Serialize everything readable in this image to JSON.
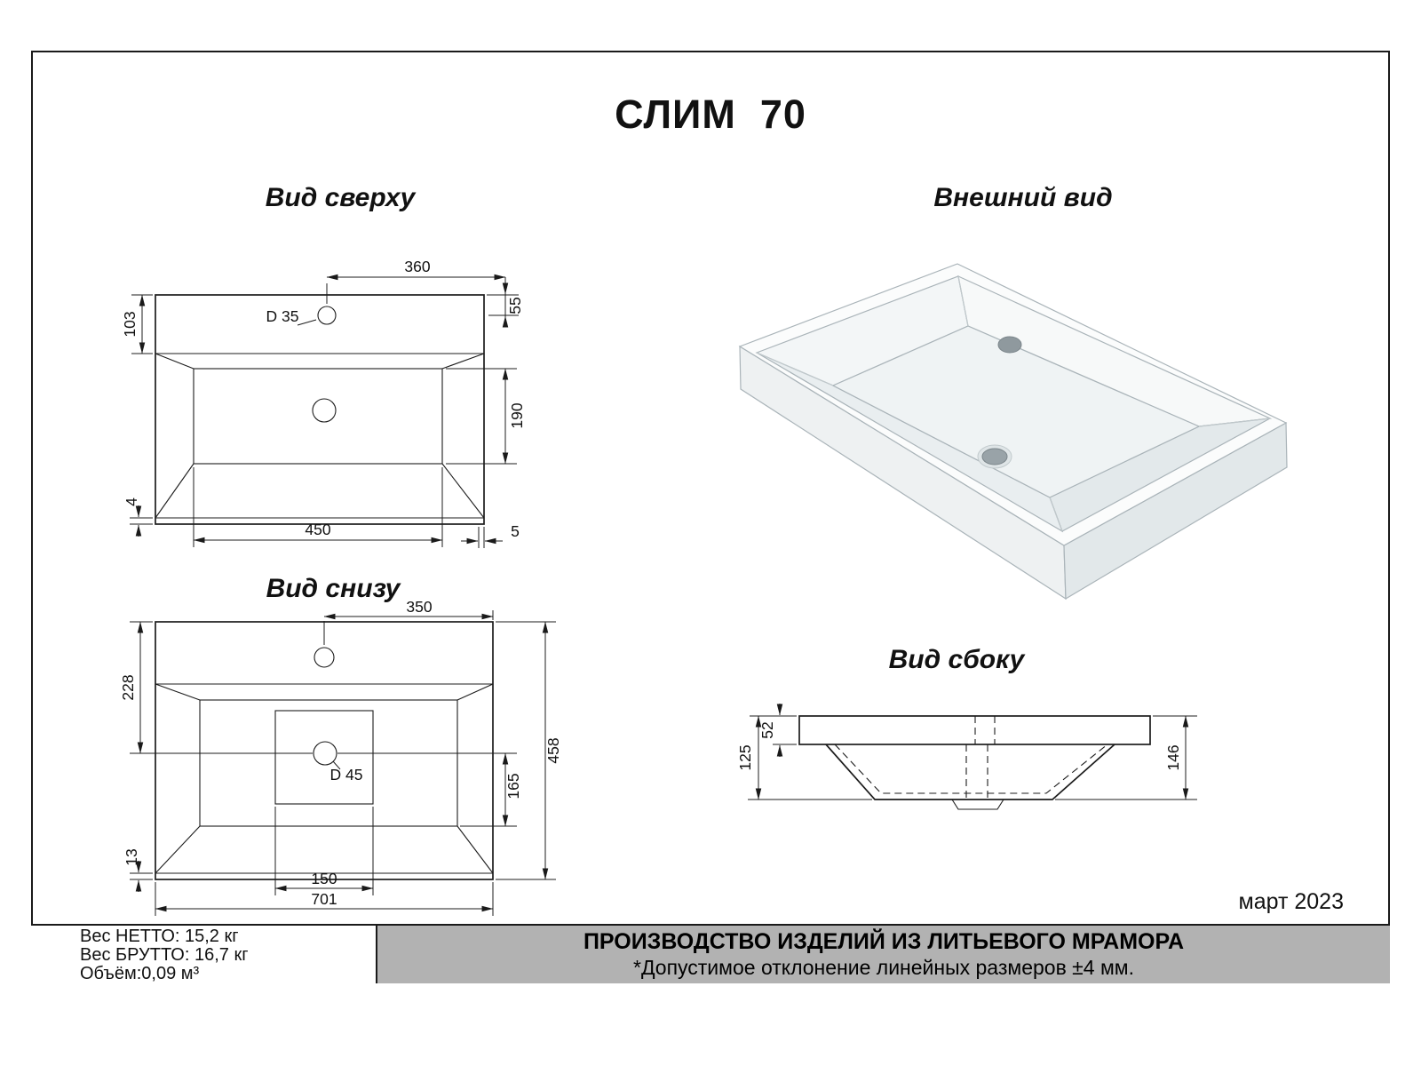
{
  "title": "СЛИМ  70",
  "views": {
    "top": {
      "label": "Вид сверху",
      "dims": {
        "d360": "360",
        "d35": "D 35",
        "d55": "55",
        "d103": "103",
        "d190": "190",
        "d4": "4",
        "d450": "450",
        "d5": "5"
      }
    },
    "external": {
      "label": "Внешний вид"
    },
    "bottom": {
      "label": "Вид снизу",
      "dims": {
        "d350": "350",
        "d228": "228",
        "d458": "458",
        "d165": "165",
        "d45": "D 45",
        "d13": "13",
        "d150": "150",
        "d701": "701"
      }
    },
    "side": {
      "label": "Вид сбоку",
      "dims": {
        "d52": "52",
        "d125": "125",
        "d146": "146"
      }
    }
  },
  "date": "март 2023",
  "footer": {
    "net_weight": "Вес НЕТТО: 15,2 кг",
    "gross_weight": "Вес БРУТТО: 16,7 кг",
    "volume": "Объём:0,09 м³",
    "production_line1": "ПРОИЗВОДСТВО ИЗДЕЛИЙ ИЗ ЛИТЬЕВОГО МРАМОРА",
    "production_line2": "*Допустимое отклонение линейных размеров ±4 мм."
  }
}
